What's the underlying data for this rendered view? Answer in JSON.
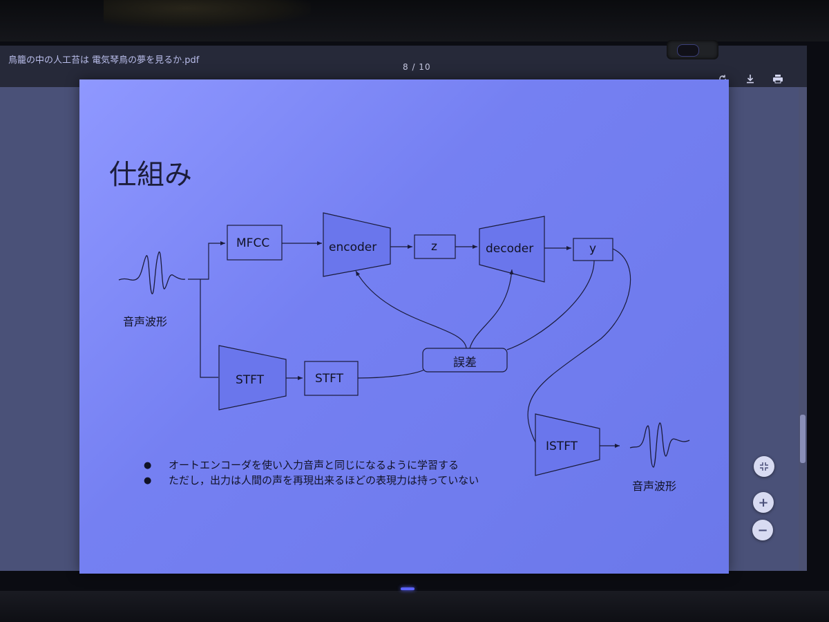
{
  "pdf": {
    "filename": "鳥籠の中の人工苔は 電気琴鳥の夢を見るか.pdf",
    "page_counter": "8 / 10"
  },
  "toolbar": {
    "rotate_icon": "rotate-icon",
    "download_icon": "download-icon",
    "print_icon": "print-icon"
  },
  "slide": {
    "title": "仕組み",
    "nodes": {
      "mfcc": "MFCC",
      "encoder": "encoder",
      "z": "z",
      "decoder": "decoder",
      "y": "y",
      "stft_trap": "STFT",
      "stft_box": "STFT",
      "error": "誤差",
      "istft": "ISTFT"
    },
    "waveform_in_label": "音声波形",
    "waveform_out_label": "音声波形",
    "bullets": [
      "オートエンコーダを使い入力音声と同じになるように学習する",
      "ただし，出力は人間の声を再現出来るほどの表現力は持っていない"
    ]
  },
  "controls": {
    "fit_icon": "fit-to-page-icon",
    "zoom_in": "+",
    "zoom_out": "−"
  },
  "colors": {
    "page": "#7f8af8",
    "node_fill": "#6a76ec",
    "stroke": "#1a1b3a"
  }
}
